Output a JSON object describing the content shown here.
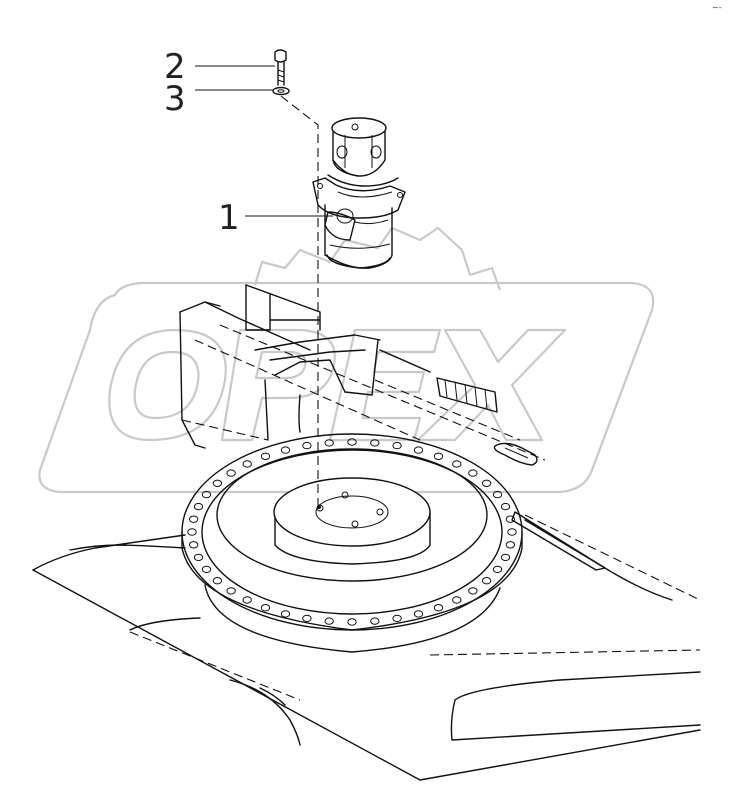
{
  "diagram": {
    "watermark_text": "OPEX",
    "corner_mark": "~-",
    "callouts": [
      {
        "id": "part-1",
        "number": "1"
      },
      {
        "id": "part-2",
        "number": "2"
      },
      {
        "id": "part-3",
        "number": "3"
      }
    ]
  }
}
